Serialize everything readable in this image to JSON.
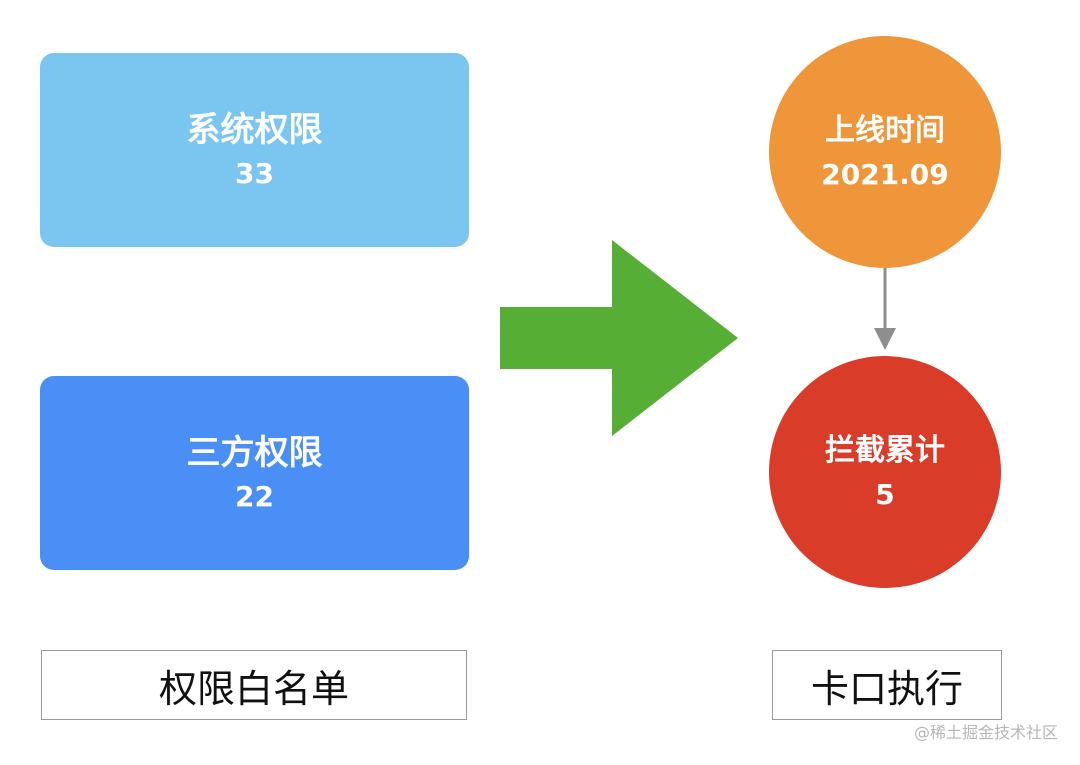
{
  "left": {
    "system_box": {
      "title": "系统权限",
      "value": "33",
      "color": "#7BC5F1"
    },
    "third_party_box": {
      "title": "三方权限",
      "value": "22",
      "color": "#4A8FF5"
    },
    "caption": "权限白名单"
  },
  "arrow": {
    "color": "#56AF34"
  },
  "right": {
    "launch_circle": {
      "title": "上线时间",
      "value": "2021.09",
      "color": "#F0963A"
    },
    "intercept_circle": {
      "title": "拦截累计",
      "value": "5",
      "color": "#D93C28"
    },
    "connector_color": "#8E8E8E",
    "caption": "卡口执行"
  },
  "watermark": "@稀土掘金技术社区"
}
